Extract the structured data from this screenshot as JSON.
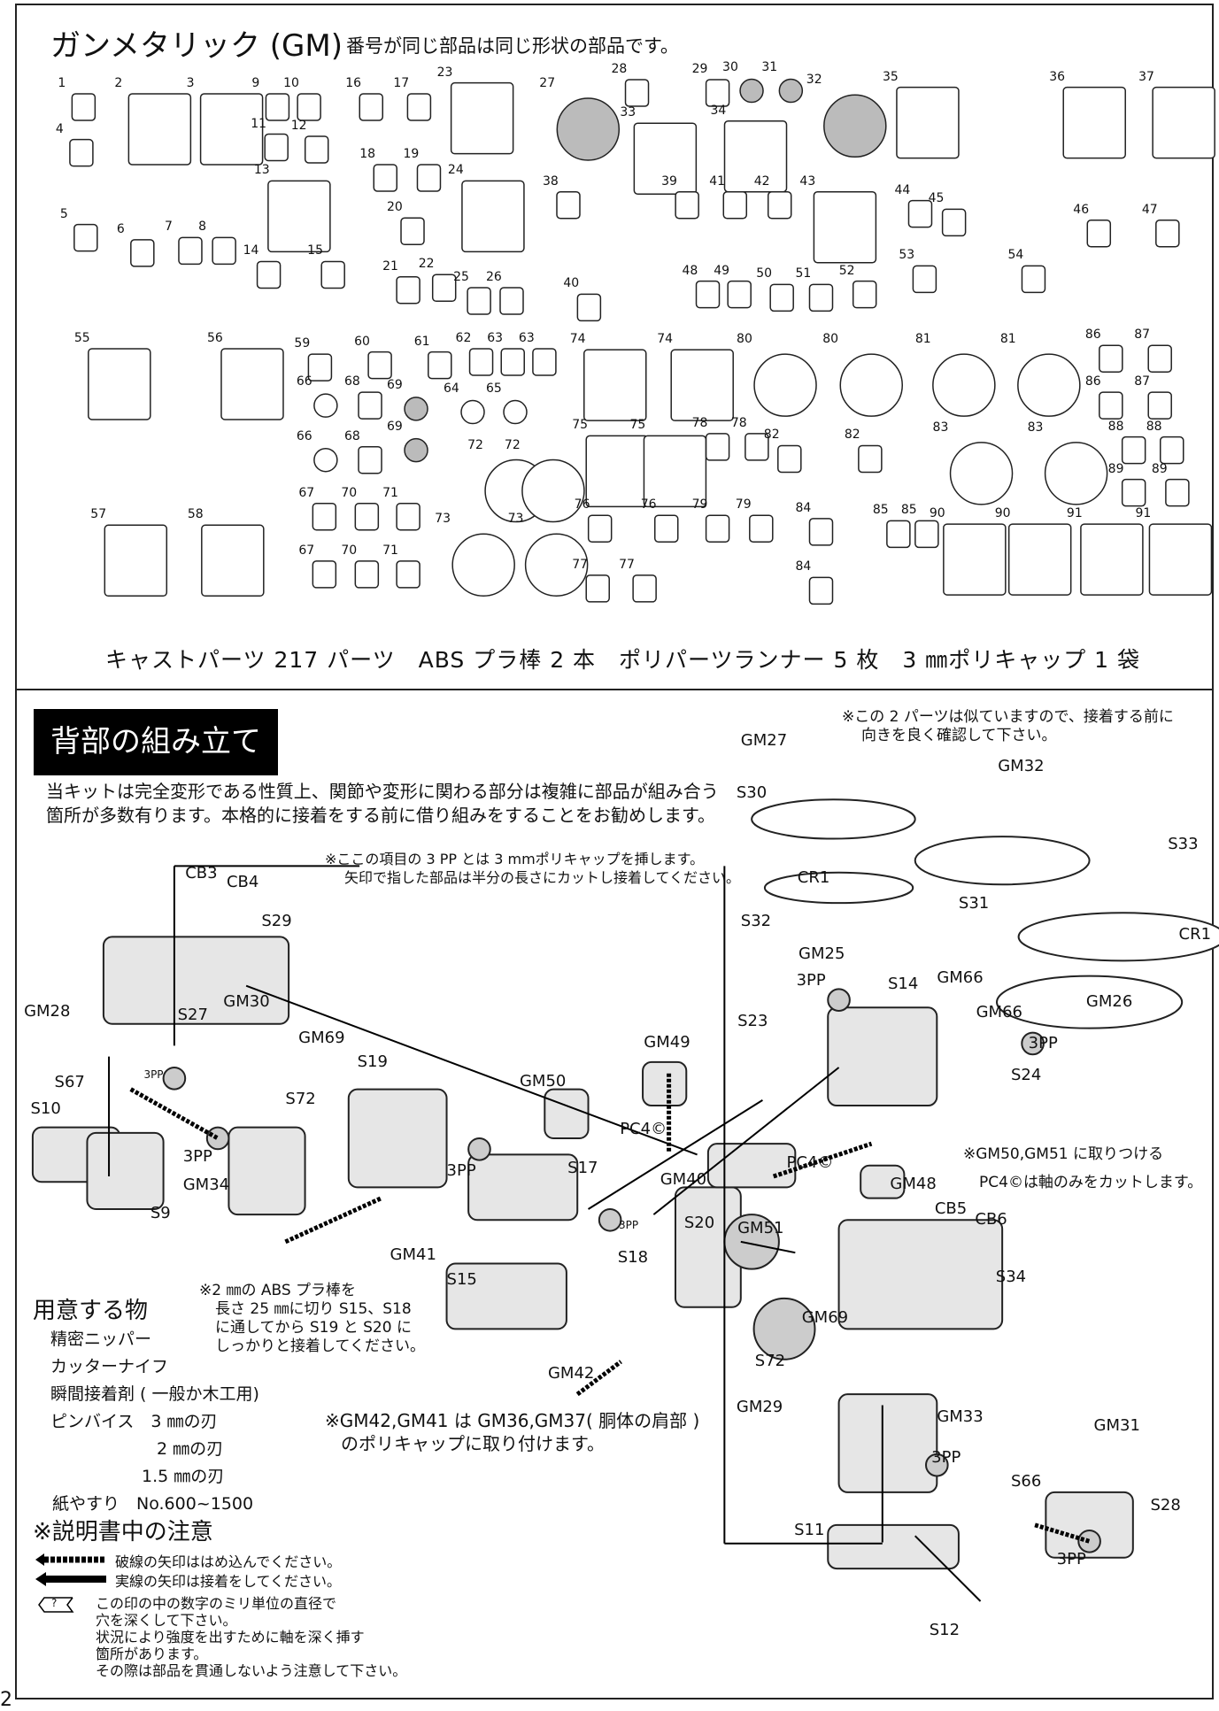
{
  "header": {
    "title": "ガンメタリック (GM)",
    "subtitle": "番号が同じ部品は同じ形状の部品です。"
  },
  "parts": {
    "labels": [
      "1",
      "2",
      "3",
      "9",
      "10",
      "16",
      "17",
      "23",
      "27",
      "28",
      "29",
      "30",
      "31",
      "32",
      "35",
      "36",
      "37",
      "4",
      "11",
      "12",
      "18",
      "19",
      "13",
      "24",
      "33",
      "34",
      "5",
      "6",
      "7",
      "8",
      "20",
      "38",
      "39",
      "41",
      "42",
      "43",
      "44",
      "45",
      "46",
      "47",
      "14",
      "15",
      "21",
      "22",
      "25",
      "26",
      "40",
      "48",
      "49",
      "50",
      "51",
      "52",
      "53",
      "54",
      "55",
      "56",
      "59",
      "60",
      "61",
      "62",
      "63",
      "63",
      "74",
      "74",
      "80",
      "80",
      "81",
      "81",
      "86",
      "87",
      "66",
      "68",
      "69",
      "64",
      "65",
      "86",
      "87",
      "66",
      "68",
      "69",
      "72",
      "72",
      "75",
      "75",
      "78",
      "78",
      "82",
      "82",
      "83",
      "83",
      "88",
      "88",
      "67",
      "70",
      "71",
      "89",
      "89",
      "57",
      "58",
      "73",
      "73",
      "76",
      "76",
      "79",
      "79",
      "84",
      "85",
      "85",
      "90",
      "90",
      "91",
      "91",
      "67",
      "70",
      "71",
      "77",
      "77",
      "84"
    ],
    "summary": "キャストパーツ 217 パーツ　ABS プラ棒 2 本　ポリパーツランナー 5 枚　3 ㎜ポリキャップ 1 袋"
  },
  "assembly": {
    "section_title": "背部の組み立て",
    "intro": "当キットは完全変形である性質上、関節や変形に関わる部分は複雑に部品が組み合う箇所が多数有ります。本格的に接着をする前に借り組みをすることをお勧めします。",
    "note_3pp": [
      "※ここの項目の 3 PP とは 3 mmポリキャップを挿します。",
      "矢印で指した部品は半分の長さにカットし接着してください。"
    ],
    "note_similar": [
      "※この 2 パーツは似ていますので、接着する前に",
      "向きを良く確認して下さい。"
    ],
    "note_gm50": [
      "※GM50,GM51 に取りつける",
      "PC4©は軸のみをカットします。"
    ],
    "note_abs": [
      "※2 ㎜の ABS プラ棒を",
      "長さ 25 ㎜に切り S15、S18",
      "に通してから S19 と S20 に",
      "しっかりと接着してください。"
    ],
    "note_gm42": [
      "※GM42,GM41 は GM36,GM37( 胴体の肩部 )",
      "のポリキャップに取り付けます。"
    ],
    "labels": [
      "GM27",
      "S30",
      "CR1",
      "S32",
      "GM32",
      "S33",
      "S31",
      "CR1",
      "GM25",
      "3PP",
      "S14",
      "GM66",
      "GM66",
      "S23",
      "GM26",
      "3PP",
      "S24",
      "CB3",
      "CB4",
      "S29",
      "GM28",
      "GM30",
      "S27",
      "GM69",
      "S19",
      "S72",
      "S67",
      "3PP",
      "S10",
      "3PP",
      "GM34",
      "S9",
      "GM50",
      "GM49",
      "PC4©",
      "GM40",
      "3PP",
      "S17",
      "3PP",
      "S20",
      "S18",
      "GM41",
      "S15",
      "GM42",
      "PC4©",
      "GM48",
      "GM51",
      "CB5",
      "CB6",
      "S34",
      "GM69",
      "S72",
      "GM29",
      "GM33",
      "3PP",
      "GM31",
      "S66",
      "S28",
      "S11",
      "3PP",
      "S12"
    ]
  },
  "prepare": {
    "heading": "用意する物",
    "items": [
      "精密ニッパー",
      "カッターナイフ",
      "瞬間接着剤 ( 一般か木工用)",
      "ピンバイス　3 ㎜の刃",
      "2 ㎜の刃",
      "1.5 ㎜の刃",
      "紙やすり　No.600~1500"
    ]
  },
  "cautions": {
    "heading": "※説明書中の注意",
    "dashed": "破線の矢印ははめ込んでください。",
    "solid": "実線の矢印は接着をしてください。",
    "drill_symbol": "?",
    "drill": [
      "この印の中の数字のミリ単位の直径で",
      "穴を深くして下さい。",
      "状況により強度を出すために軸を深く挿す",
      "箇所があります。",
      "その際は部品を貫通しないよう注意して下さい。"
    ]
  },
  "page_number": "2"
}
